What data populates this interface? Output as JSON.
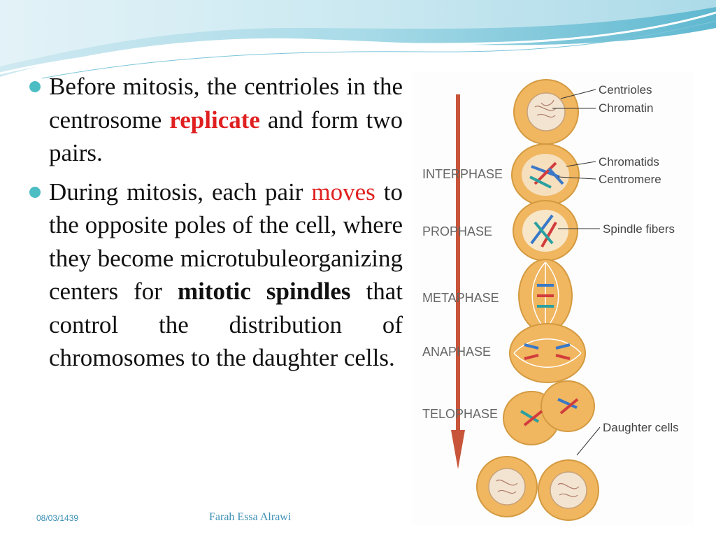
{
  "bullets": [
    {
      "parts": {
        "a": "Before mitosis, the centrioles in the centrosome ",
        "b": "replicate",
        "c": " and form two pairs."
      }
    },
    {
      "parts": {
        "a": "During mitosis, each pair ",
        "b": "moves",
        "c": " to the opposite poles of the cell, where they become microtubuleorganizing centers for ",
        "d": "mitotic spindles",
        "e": " that control the distribution of chromosomes to the daughter cells."
      }
    }
  ],
  "figure": {
    "stages": [
      "INTERPHASE",
      "PROPHASE",
      "METAPHASE",
      "ANAPHASE",
      "TELOPHASE"
    ],
    "labels": {
      "centrioles": "Centrioles",
      "chromatin": "Chromatin",
      "chromatids": "Chromatids",
      "centromere": "Centromere",
      "spindle_fibers": "Spindle fibers",
      "daughter_cells": "Daughter cells"
    },
    "colors": {
      "arrow": "#c8553a",
      "cell": "#f0b660",
      "chromosome_blue": "#3a78c8",
      "chromosome_red": "#d23c3c",
      "chromosome_teal": "#2aa0a0"
    }
  },
  "footer": {
    "date": "08/03/1439",
    "author": "Farah Essa Alrawi"
  },
  "theme": {
    "bullet_color": "#4dbdc4",
    "highlight_color": "#e02020",
    "footer_color": "#3a8fb4"
  }
}
